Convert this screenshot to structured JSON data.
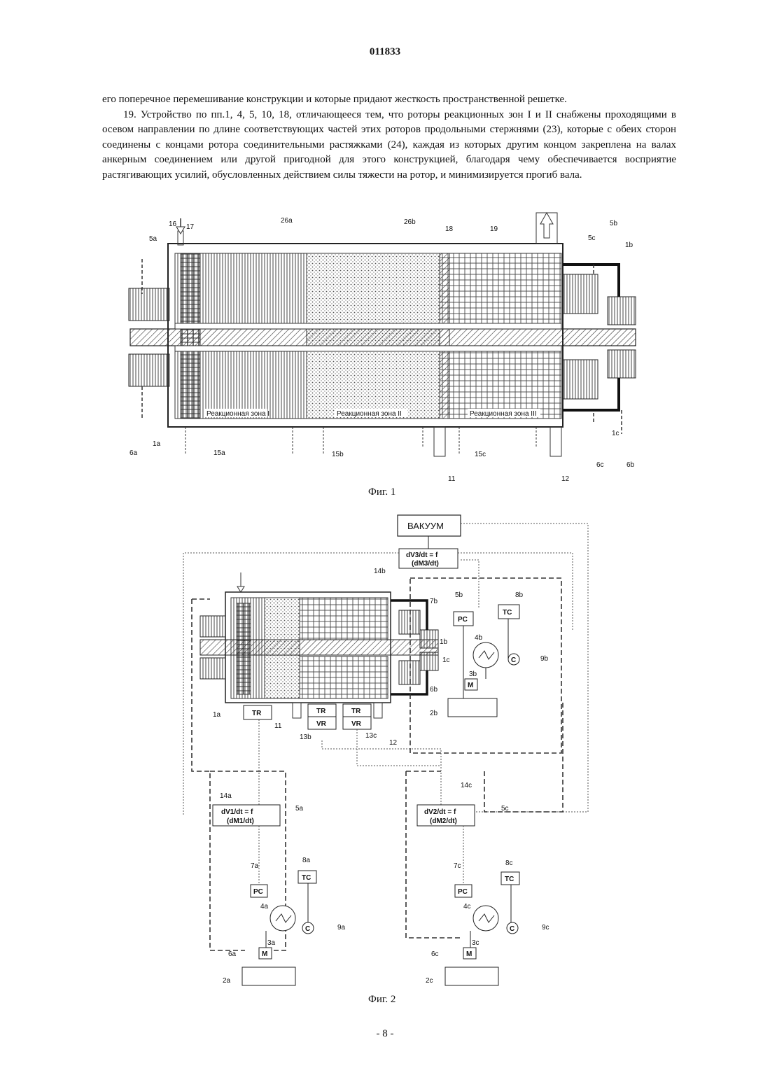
{
  "header": {
    "page_id": "011833"
  },
  "text": {
    "line1": "его поперечное перемешивание конструкции и которые придают жесткость пространственной решетке.",
    "para19": "19. Устройство по пп.1, 4, 5, 10, 18, отличающееся тем, что роторы реакционных зон I и II снабжены проходящими в осевом направлении по длине соответствующих частей этих роторов продольными стержнями (23), которые с обеих сторон соединены с концами ротора соединительными растяжками (24), каждая из которых другим концом закреплена на валах анкерным соединением или другой пригодной для этого конструкцией, благодаря чему обеспечивается восприятие растягивающих усилий, обусловленных действием силы тяжести на ротор, и минимизируется прогиб вала."
  },
  "fig1": {
    "caption": "Фиг. 1",
    "zones": [
      "Реакционная зона I",
      "Реакционная зона II",
      "Реакционная зона III"
    ],
    "labels": {
      "l16": "16",
      "l17": "17",
      "l26a": "26a",
      "l26b": "26b",
      "l18": "18",
      "l19": "19",
      "l5a": "5a",
      "l5b": "5b",
      "l5c": "5c",
      "l1b": "1b",
      "l1a": "1a",
      "l1c": "1c",
      "l6a": "6a",
      "l6b": "6b",
      "l6c": "6c",
      "l15a": "15a",
      "l15b": "15b",
      "l15c": "15c",
      "l11": "11",
      "l12": "12"
    }
  },
  "fig2": {
    "caption": "Фиг. 2",
    "vacuum": "ВАКУУМ",
    "f3_line1": "dV3/dt = f",
    "f3_line2": "(dM3/dt)",
    "f1_line1": "dV1/dt = f",
    "f1_line2": "(dM1/dt)",
    "f2_line1": "dV2/dt = f",
    "f2_line2": "(dM2/dt)",
    "tr": "TR",
    "vr": "VR",
    "pc": "PC",
    "tc": "TC",
    "c": "C",
    "m": "M",
    "labels": {
      "l14b": "14b",
      "l14a": "14a",
      "l14c": "14c",
      "l5b": "5b",
      "l7b": "7b",
      "l8b": "8b",
      "l4b": "4b",
      "l9b": "9b",
      "l1b": "1b",
      "l1c": "1c",
      "l3b": "3b",
      "l6b": "6b",
      "l2b": "2b",
      "l1a": "1a",
      "l11": "11",
      "l13b": "13b",
      "l13c": "13c",
      "l12": "12",
      "l5a": "5a",
      "l5c": "5c",
      "l7a": "7a",
      "l8a": "8a",
      "l4a": "4a",
      "l9a": "9a",
      "l3a": "3a",
      "l6a": "6a",
      "l2a": "2a",
      "l7c": "7c",
      "l8c": "8c",
      "l4c": "4c",
      "l9c": "9c",
      "l3c": "3c",
      "l6c": "6c",
      "l2c": "2c"
    }
  },
  "footer": {
    "page_number": "- 8 -"
  }
}
